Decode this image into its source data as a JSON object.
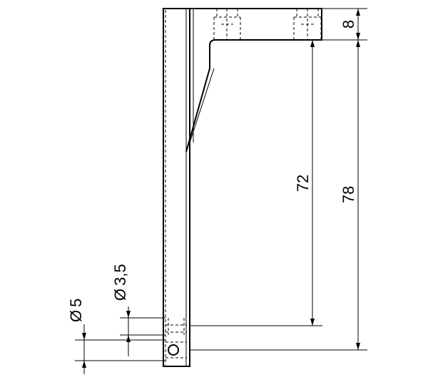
{
  "dimensions": {
    "height_total": "78",
    "height_inner": "72",
    "thickness_top": "8",
    "hole_small_prefix": "Ø",
    "hole_small_value": "3,5",
    "hole_large_prefix": "Ø",
    "hole_large_value": "5"
  }
}
